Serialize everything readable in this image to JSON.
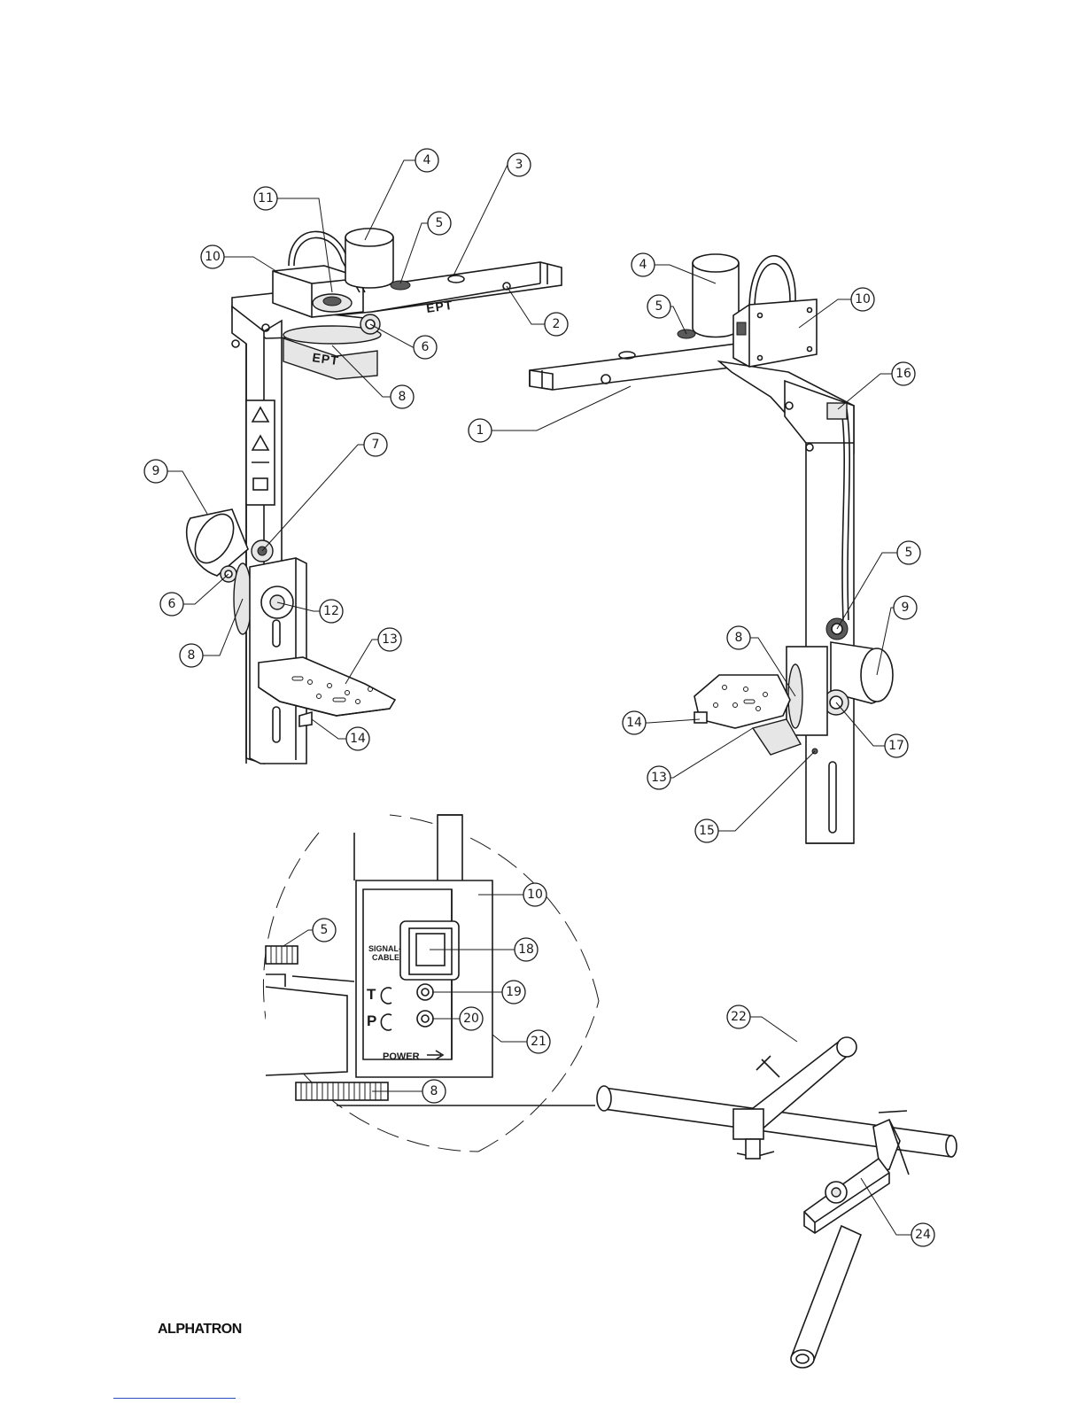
{
  "figure": {
    "brand_text": "EPT",
    "panel_labels": {
      "signal_cable": [
        "SIGNAL-",
        "CABLE"
      ],
      "tilt": "T",
      "pan": "P",
      "power": "POWER"
    }
  },
  "callouts": [
    "1",
    "2",
    "3",
    "4",
    "5",
    "6",
    "7",
    "8",
    "9",
    "10",
    "11",
    "12",
    "13",
    "14",
    "15",
    "16",
    "17",
    "18",
    "19",
    "20",
    "21",
    "22",
    "24"
  ],
  "logo": {
    "text": "ALPHATRON"
  }
}
